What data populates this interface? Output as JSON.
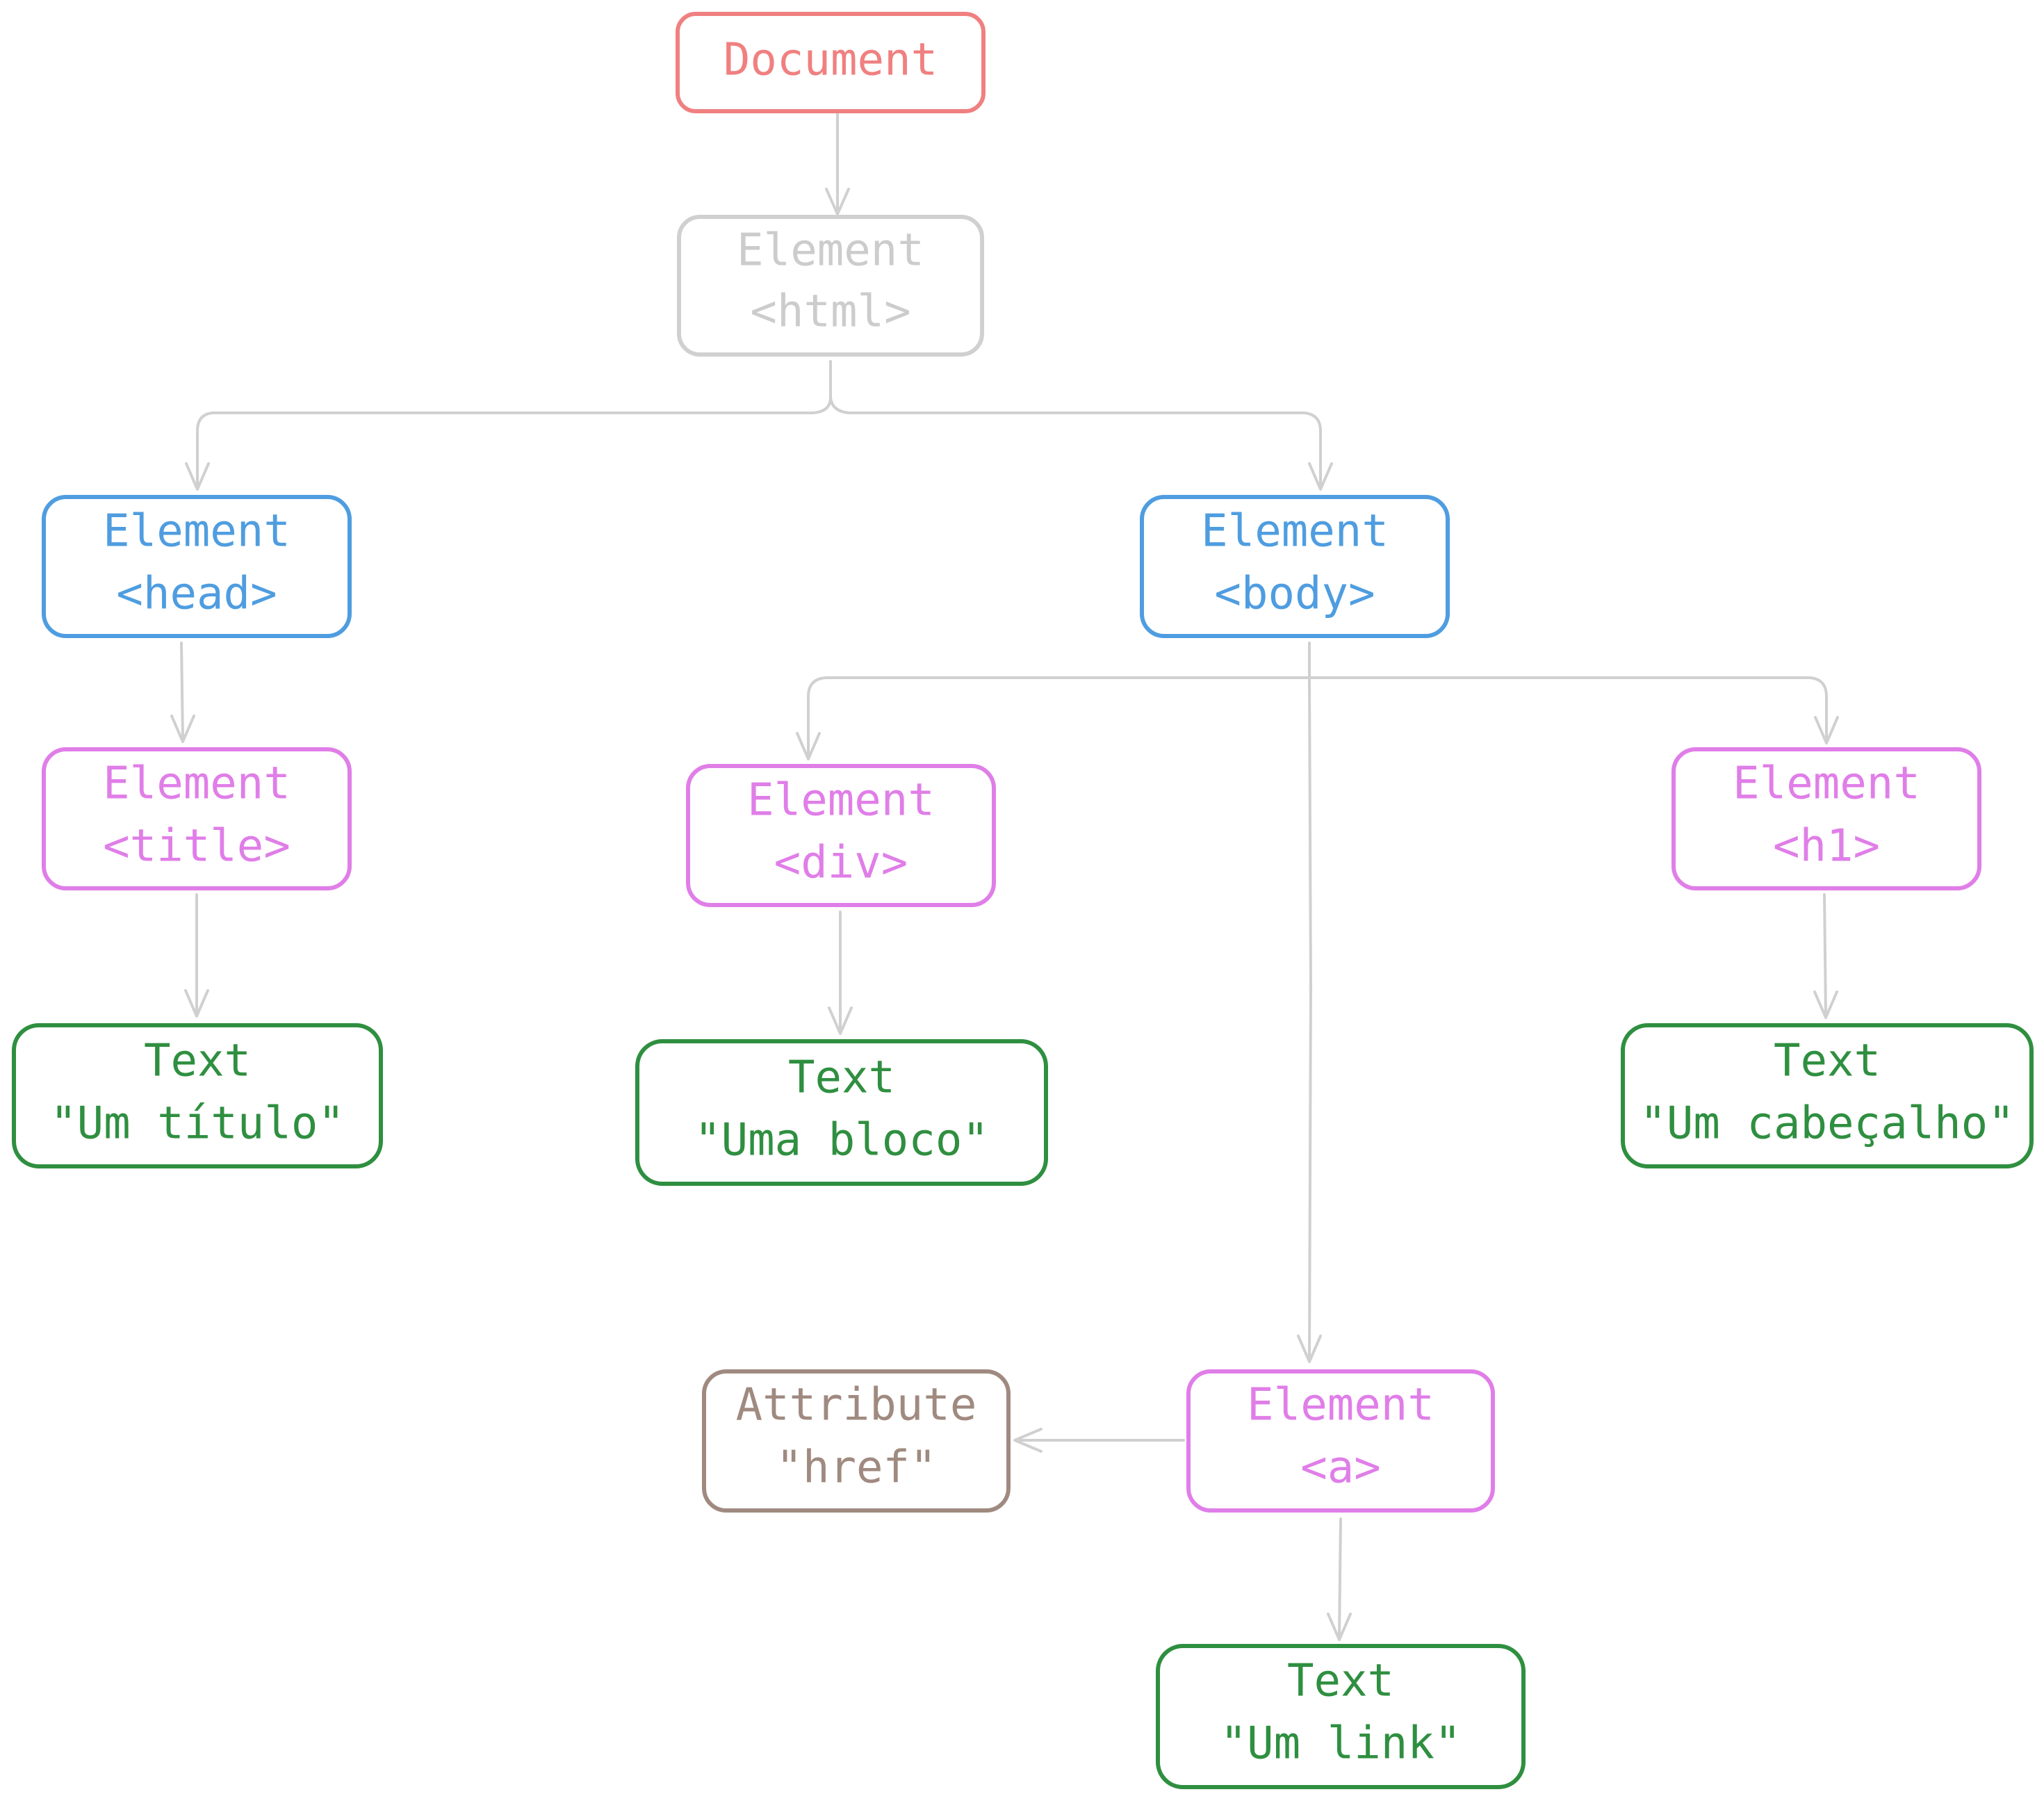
{
  "colors": {
    "document": "#f08080",
    "html": "#d0d0d0",
    "structural": "#4f9de0",
    "element": "#e07ee8",
    "text": "#2f8f40",
    "attribute": "#a08a80",
    "edge": "#d0d0d0"
  },
  "nodes": {
    "document": {
      "line1": "Document"
    },
    "html": {
      "line1": "Element",
      "line2": "<html>"
    },
    "head": {
      "line1": "Element",
      "line2": "<head>"
    },
    "body": {
      "line1": "Element",
      "line2": "<body>"
    },
    "title": {
      "line1": "Element",
      "line2": "<title>"
    },
    "div": {
      "line1": "Element",
      "line2": "<div>"
    },
    "h1": {
      "line1": "Element",
      "line2": "<h1>"
    },
    "text_title": {
      "line1": "Text",
      "line2": "\"Um título\""
    },
    "text_div": {
      "line1": "Text",
      "line2": "\"Uma bloco\""
    },
    "text_h1": {
      "line1": "Text",
      "line2": "\"Um cabeçalho\""
    },
    "a": {
      "line1": "Element",
      "line2": "<a>"
    },
    "attr_href": {
      "line1": "Attribute",
      "line2": "\"href\""
    },
    "text_a": {
      "line1": "Text",
      "line2": "\"Um link\""
    }
  }
}
